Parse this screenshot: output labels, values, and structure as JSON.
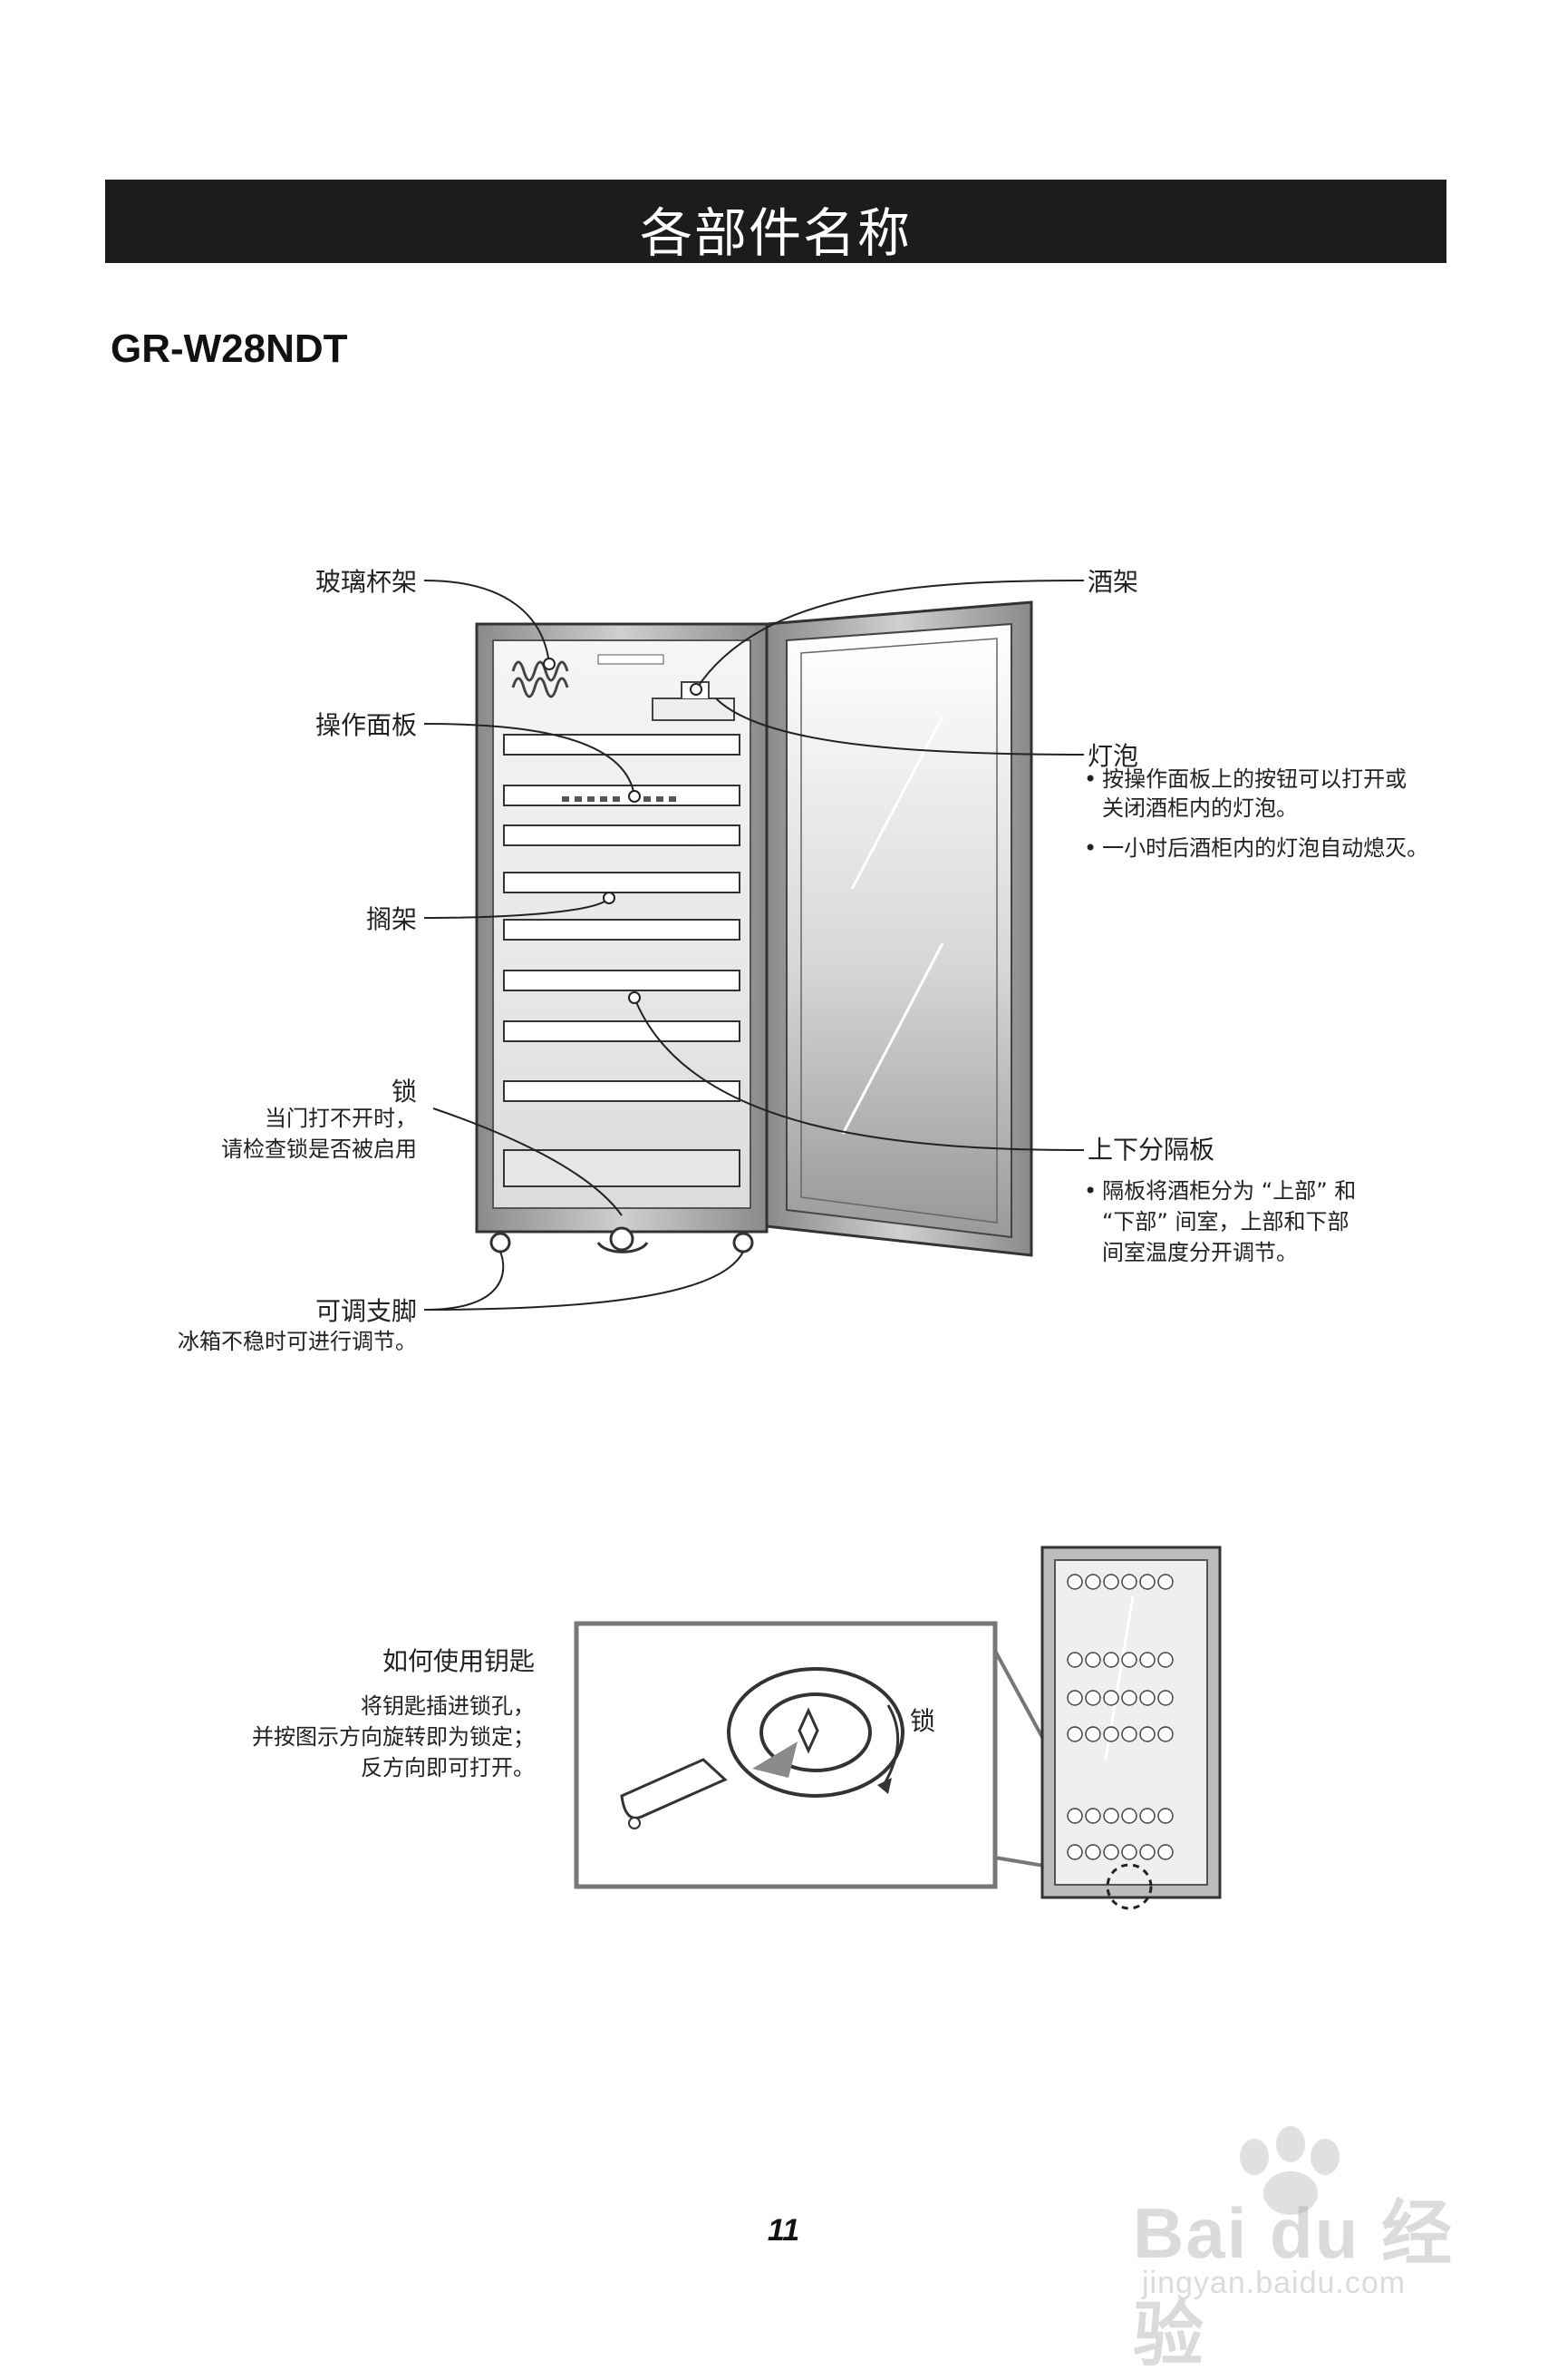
{
  "header": {
    "title": "各部件名称"
  },
  "model": "GR-W28NDT",
  "parts": {
    "glass_rack": "玻璃杯架",
    "control_panel": "操作面板",
    "shelf": "搁架",
    "lock": {
      "title": "锁",
      "note1": "当门打不开时，",
      "note2": "请检查锁是否被启用"
    },
    "feet": {
      "title": "可调支脚",
      "note": "冰箱不稳时可进行调节。"
    },
    "wine_rack": "酒架",
    "bulb": {
      "title": "灯泡",
      "note1a": "按操作面板上的按钮可以打开或",
      "note1b": "关闭酒柜内的灯泡。",
      "note2": "一小时后酒柜内的灯泡自动熄灭。"
    },
    "divider": {
      "title": "上下分隔板",
      "note_a": "隔板将酒柜分为 “上部” 和",
      "note_b": "“下部” 间室，上部和下部",
      "note_c": "间室温度分开调节。"
    }
  },
  "key_usage": {
    "title": "如何使用钥匙",
    "line1": "将钥匙插进锁孔，",
    "line2": "并按图示方向旋转即为锁定；",
    "line3": "反方向即可打开。",
    "lock_label": "锁"
  },
  "page_number": "11",
  "watermark": {
    "brand": "Bai du 经验",
    "url": "jingyan.baidu.com"
  }
}
